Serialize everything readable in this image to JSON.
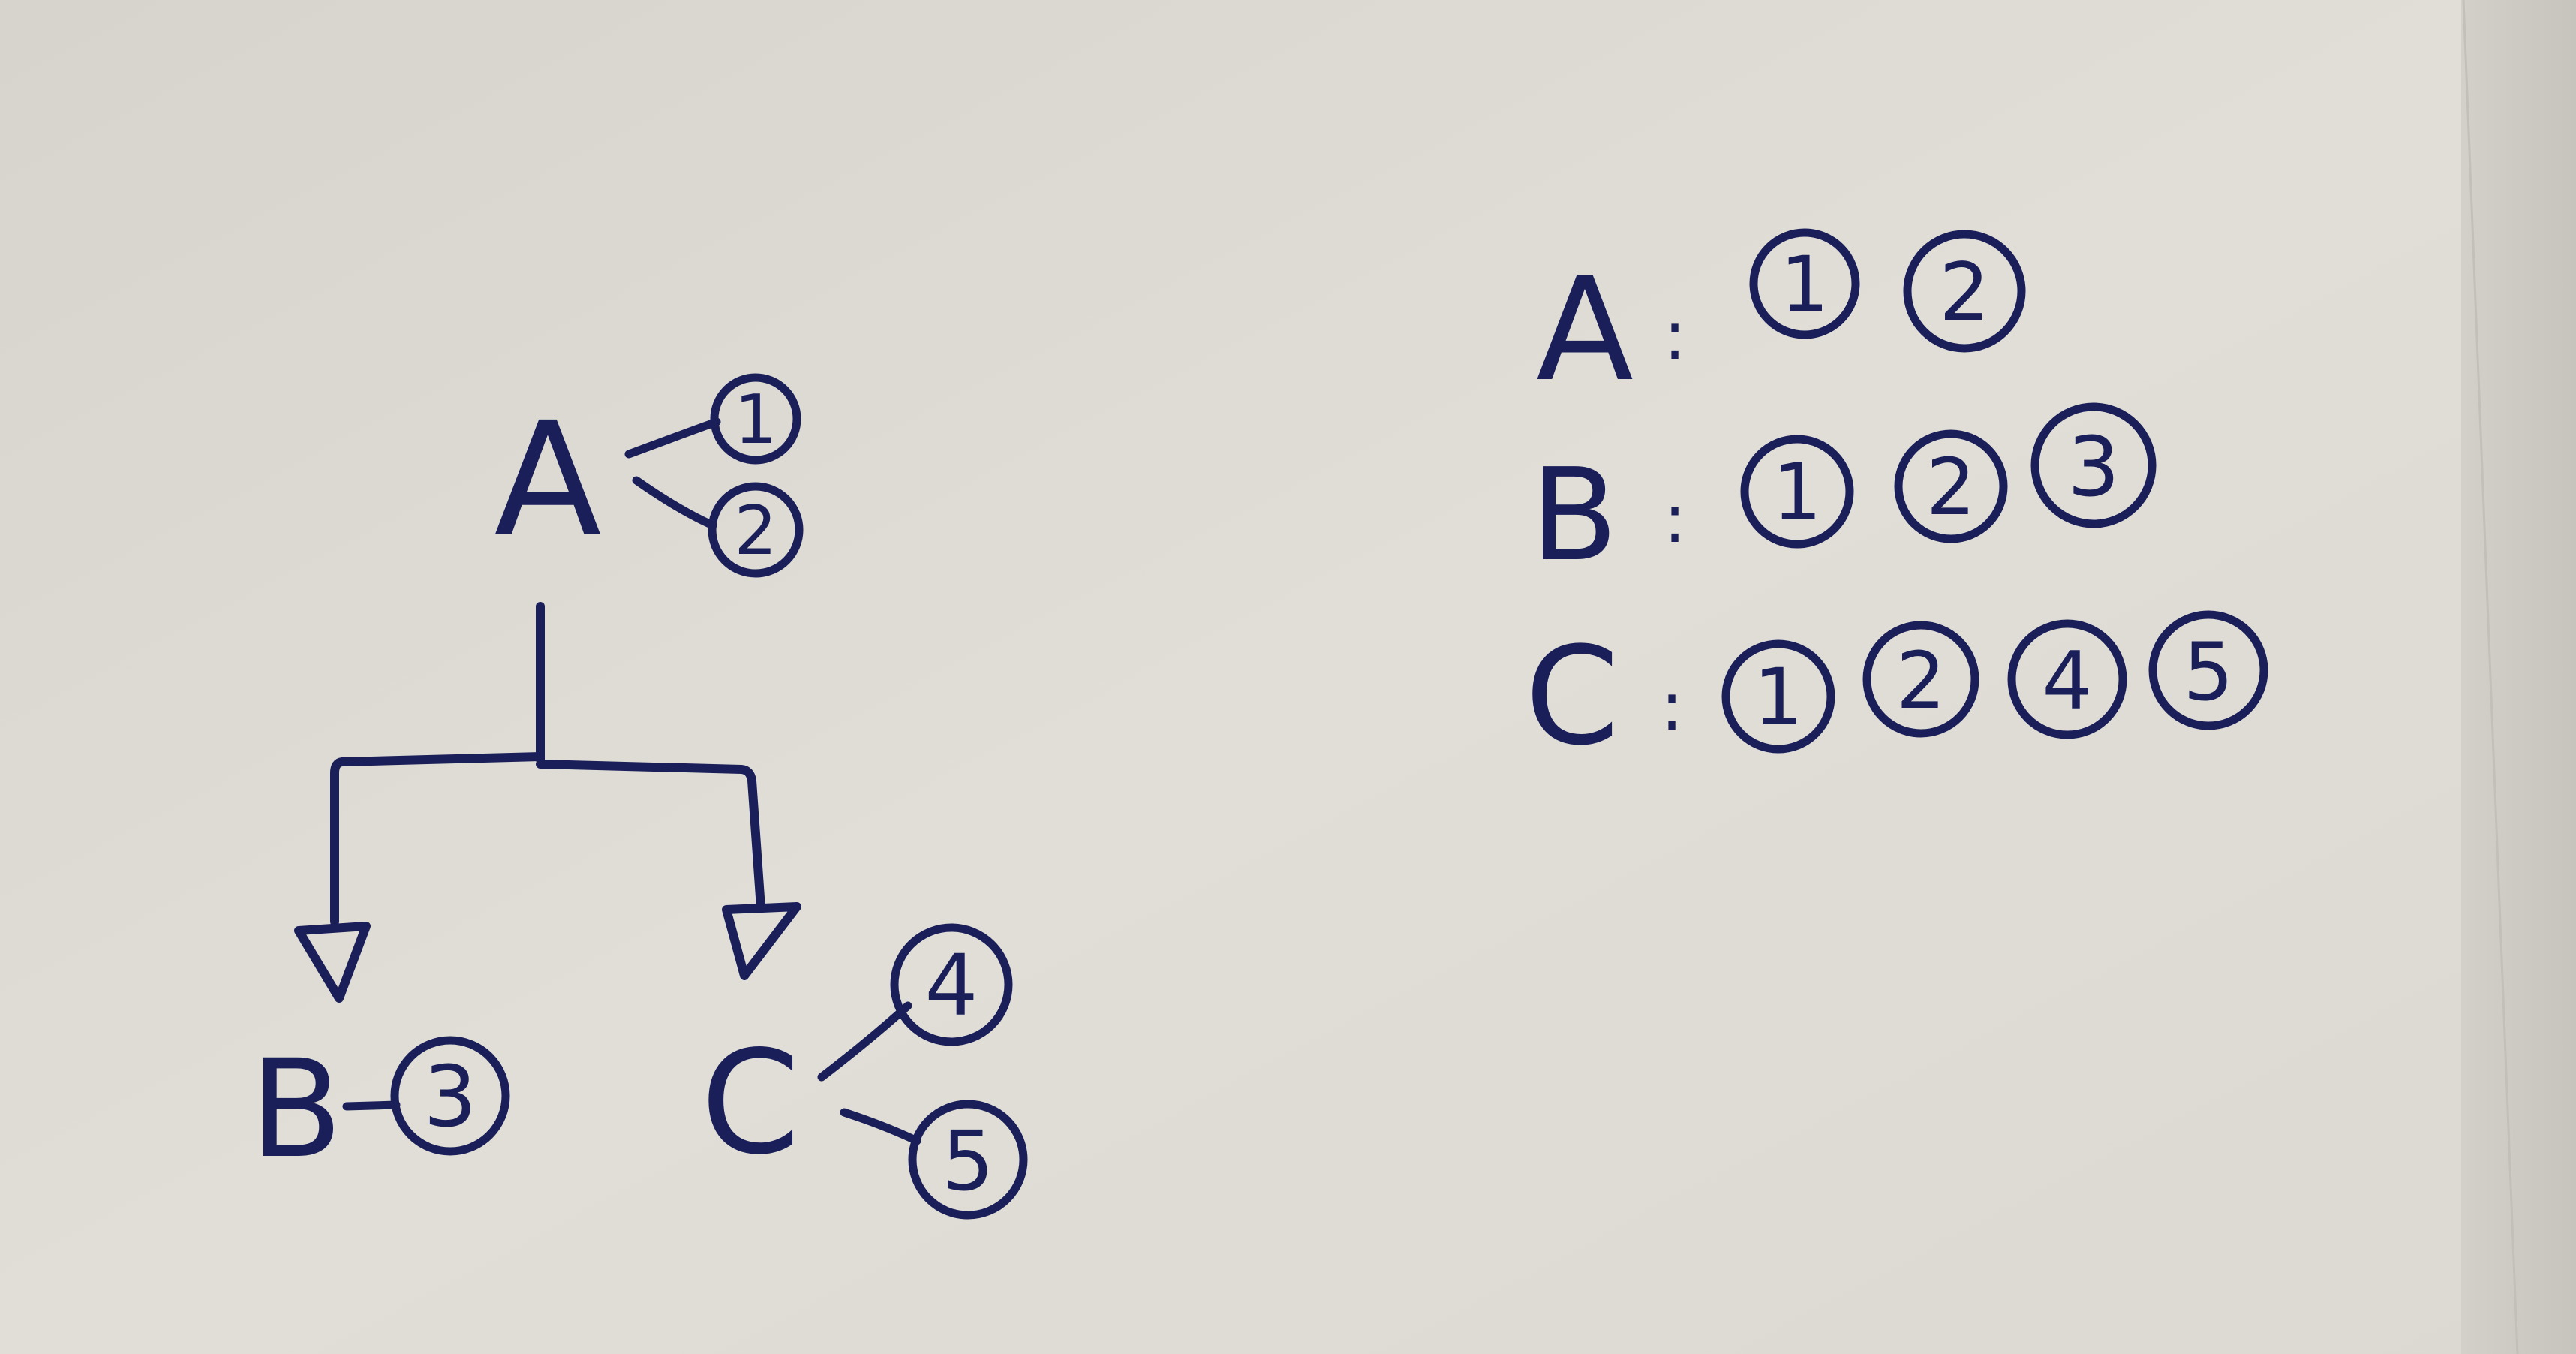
{
  "ink_color": "#1a1f5a",
  "paper_color": "#dcdad2",
  "tree": {
    "root": {
      "label": "A",
      "items": [
        "1",
        "2"
      ]
    },
    "children": [
      {
        "label": "B",
        "items": [
          "3"
        ]
      },
      {
        "label": "C",
        "items": [
          "4",
          "5"
        ]
      }
    ]
  },
  "lists": [
    {
      "label": "A",
      "separator": ":",
      "items": [
        "1",
        "2"
      ]
    },
    {
      "label": "B",
      "separator": ":",
      "items": [
        "1",
        "2",
        "3"
      ]
    },
    {
      "label": "C",
      "separator": ":",
      "items": [
        "1",
        "2",
        "4",
        "5"
      ]
    }
  ]
}
